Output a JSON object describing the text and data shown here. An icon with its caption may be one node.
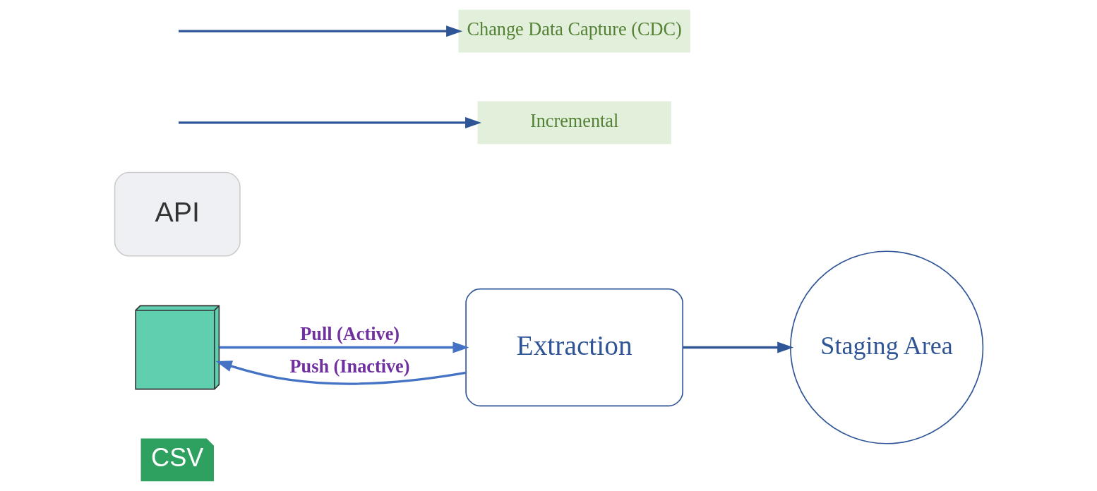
{
  "diagram": {
    "nodes": [
      {
        "text": [
          "CSV"
        ]
      },
      {
        "text": [],
        "shape": "picture"
      },
      {
        "text": [
          "API"
        ]
      },
      {
        "text": [
          "Incremental"
        ]
      },
      {
        "text": [
          "Extraction"
        ]
      },
      {
        "text": [
          "Staging Area"
        ]
      },
      {
        "text": [
          "Change Data Capture (CDC)"
        ]
      }
    ],
    "edges": [
      {
        "from": null,
        "to": 3,
        "arrow": "to",
        "color": "#2f5597"
      },
      {
        "from": 1,
        "to": 4,
        "arrow": "to",
        "label": "Pull (Active)",
        "color": "#4472c4"
      },
      {
        "from": 4,
        "to": 1,
        "arrow": "to",
        "label": "Push (Inactive)",
        "color": "#4472c4"
      },
      {
        "from": null,
        "to": 6,
        "arrow": "to",
        "color": "#2f5597"
      },
      {
        "from": 4,
        "to": 5,
        "arrow": "to",
        "color": "#2f5597"
      }
    ]
  }
}
